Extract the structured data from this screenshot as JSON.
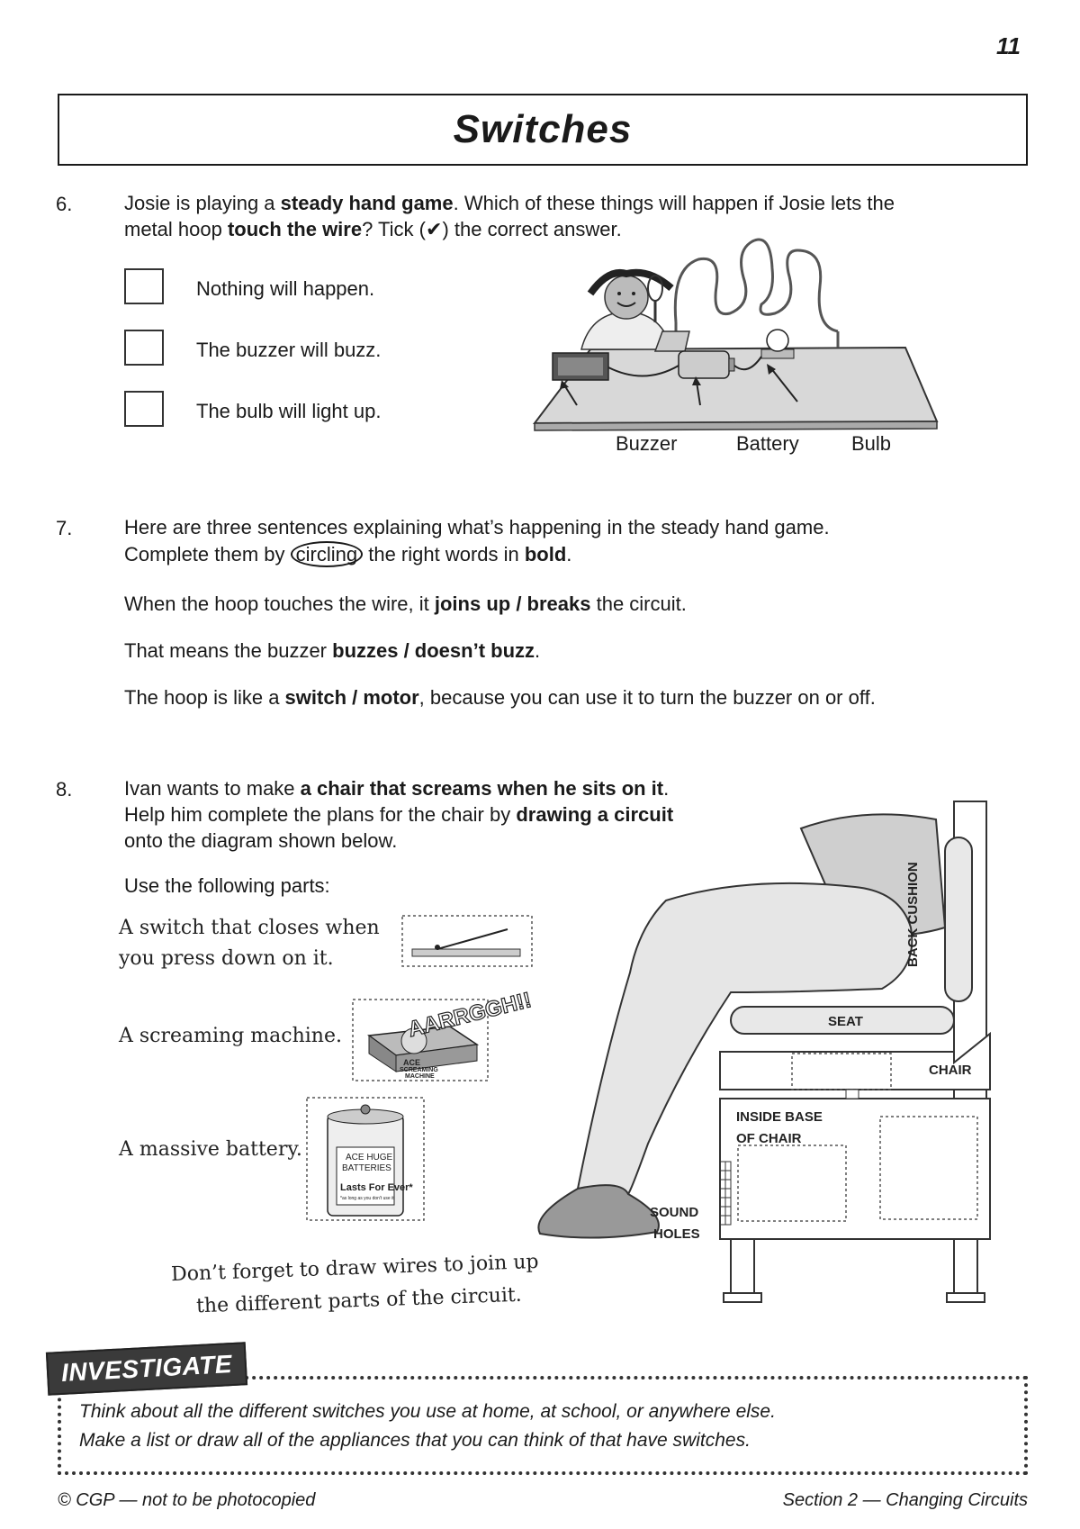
{
  "page_number": "11",
  "title": "Switches",
  "q6": {
    "number": "6.",
    "line1_a": "Josie is playing a ",
    "line1_b": "steady hand game",
    "line1_c": ".  Which of these things will happen if Josie lets the",
    "line2_a": "metal hoop ",
    "line2_b": "touch the wire",
    "line2_c": "?  Tick (",
    "line2_tick": "✔",
    "line2_d": ") the correct answer.",
    "options": [
      "Nothing will happen.",
      "The buzzer will buzz.",
      "The bulb will light up."
    ],
    "labels": {
      "buzzer": "Buzzer",
      "battery": "Battery",
      "bulb": "Bulb"
    }
  },
  "q7": {
    "number": "7.",
    "line1": "Here are three sentences explaining what’s happening in the steady hand game.",
    "line2_a": "Complete them by ",
    "line2_circled": "circling",
    "line2_b": " the right words in ",
    "line2_bold": "bold",
    "line2_c": ".",
    "s1_a": "When the hoop touches the wire, it ",
    "s1_b": "joins up / breaks",
    "s1_c": " the circuit.",
    "s2_a": "That means the buzzer ",
    "s2_b": "buzzes / doesn’t buzz",
    "s2_c": ".",
    "s3_a": "The hoop is like a ",
    "s3_b": "switch / motor",
    "s3_c": ", because you can use it to turn the buzzer on or off."
  },
  "q8": {
    "number": "8.",
    "line1_a": "Ivan wants to make ",
    "line1_b": "a chair that screams when he sits on it",
    "line1_c": ".",
    "line2_a": "Help him complete the plans for the chair by ",
    "line2_b": "drawing a circuit",
    "line3": "onto the diagram shown below.",
    "parts_intro": "Use the following parts:",
    "part1_l1": "A switch that closes when",
    "part1_l2": "you press down on it.",
    "part2": "A screaming machine.",
    "part2_sound": "AARRGGH!!",
    "part2_box_l1": "ACE",
    "part2_box_l2": "SCREAMING",
    "part2_box_l3": "MACHINE",
    "part3": "A massive battery.",
    "battery_l1": "ACE HUGE",
    "battery_l2": "BATTERIES",
    "battery_l3": "Lasts For Ever*",
    "battery_l4": "*as long as you don't use it",
    "reminder_l1": "Don’t forget to draw wires to join up",
    "reminder_l2": "the different parts of the circuit.",
    "chair_labels": {
      "back_cushion": "BACK CUSHION",
      "seat": "SEAT",
      "chair": "CHAIR",
      "inside_base_l1": "INSIDE BASE",
      "inside_base_l2": "OF CHAIR",
      "sound_l1": "SOUND",
      "sound_l2": "HOLES"
    }
  },
  "investigate": {
    "tag": "INVESTIGATE",
    "line1": "Think about all the different switches you use at home, at school, or anywhere else.",
    "line2": "Make a list or draw all of the appliances that you can think of that have switches."
  },
  "footer": {
    "left": "© CGP — not to be photocopied",
    "right": "Section 2 — Changing Circuits"
  }
}
